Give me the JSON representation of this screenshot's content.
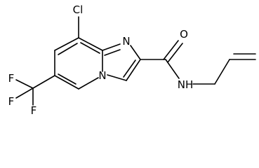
{
  "molecule": {
    "atom_labels": {
      "chlorine": "Cl",
      "imidazole_nitrogen": "N",
      "bridgehead_nitrogen": "N",
      "carbonyl_oxygen": "O",
      "amide_nh": "NH",
      "fluorine_1": "F",
      "fluorine_2": "F",
      "fluorine_3": "F"
    }
  }
}
